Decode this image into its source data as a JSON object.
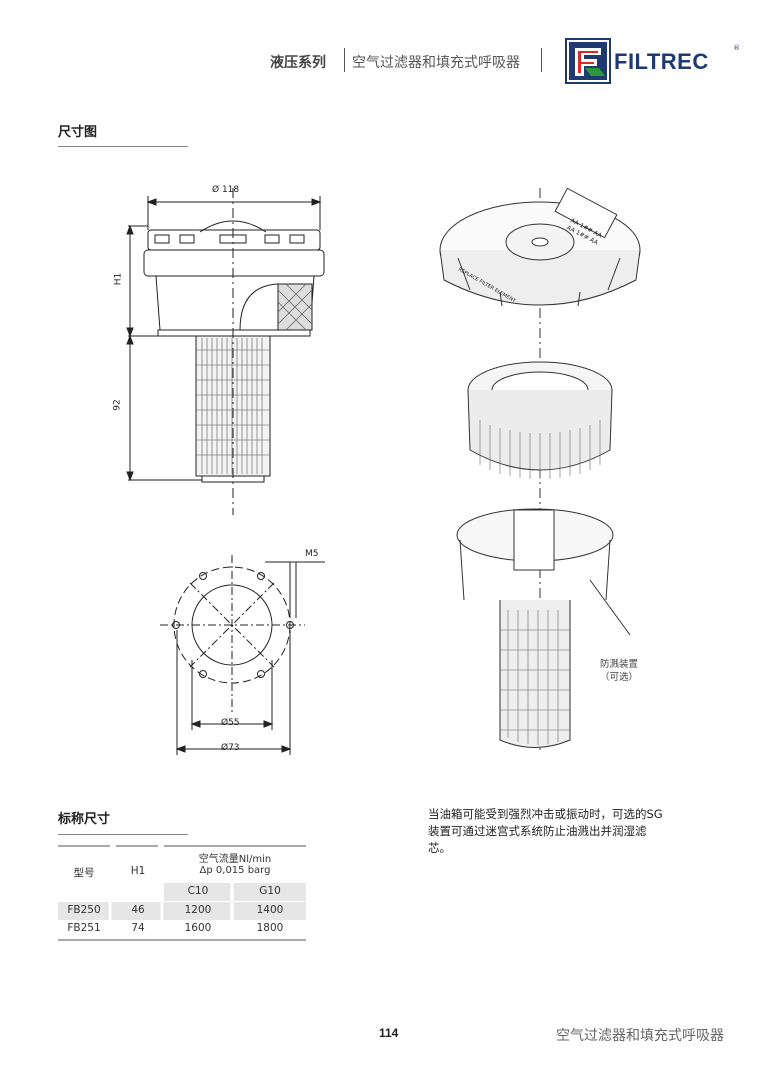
{
  "header": {
    "series": "液压系列",
    "product": "空气过滤器和填充式呼吸器",
    "brand": "FILTREC",
    "brand_mark": "®"
  },
  "sections": {
    "dimensions_title": "尺寸图",
    "nominal_title": "标称尺寸"
  },
  "drawing": {
    "diameter_top": "Ø 118",
    "h1_label": "H1",
    "height_92": "92",
    "thread": "M5",
    "d55": "Ø55",
    "d73": "Ø73",
    "cap_text_1": "AA 1## AA",
    "cap_text_2": "AA 1## AA",
    "cap_ring_text": "REPLACE FILTER ELEMENT",
    "callout_line1": "防溅装置",
    "callout_line2": "（可选）"
  },
  "note": "当油箱可能受到强烈冲击或振动时，可选的SG装置可通过迷宫式系统防止油溅出并润湿滤芯。",
  "table": {
    "col_model": "型号",
    "col_h1": "H1",
    "flow_title": "空气流量Nl/min",
    "flow_sub": "Δp 0,015 barg",
    "sub_c10": "C10",
    "sub_g10": "G10",
    "rows": [
      {
        "model": "FB250",
        "h1": "46",
        "c10": "1200",
        "g10": "1400"
      },
      {
        "model": "FB251",
        "h1": "74",
        "c10": "1600",
        "g10": "1800"
      }
    ]
  },
  "footer": {
    "page": "114",
    "title": "空气过滤器和填充式呼吸器"
  },
  "colors": {
    "brand_red": "#d42a2a",
    "brand_blue": "#1e3a6e",
    "table_shade": "#e6e6e6"
  }
}
